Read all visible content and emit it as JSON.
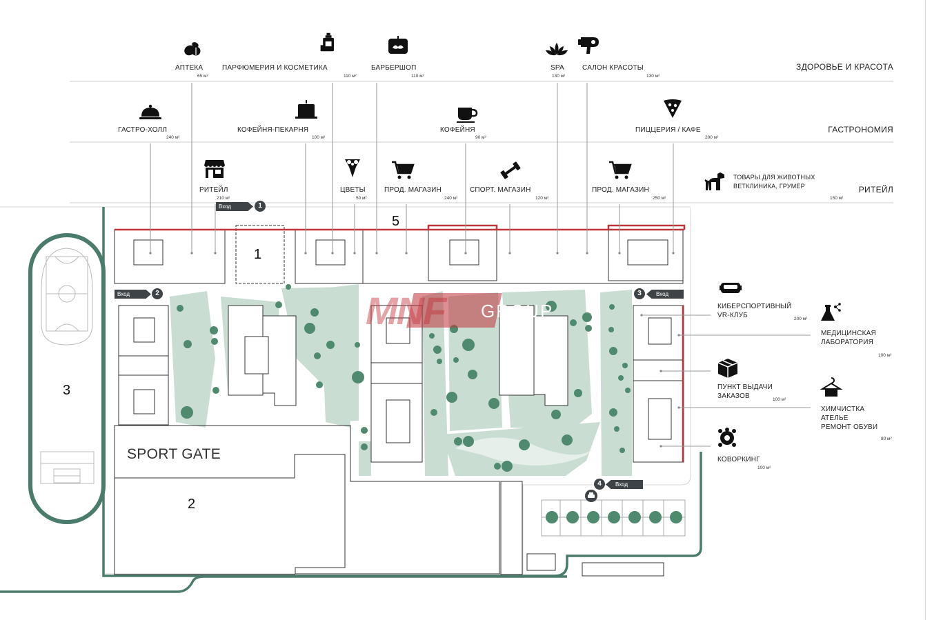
{
  "categories": {
    "health_beauty": "ЗДОРОВЬЕ И КРАСОТА",
    "gastronomy": "ГАСТРОНОМИЯ",
    "retail": "РИТЕЙЛ"
  },
  "tenants_row1": [
    {
      "name": "АПТЕКА",
      "area": "65 м²",
      "icon": "pills-icon"
    },
    {
      "name": "ПАРФЮМЕРИЯ И КОСМЕТИКА",
      "area": "110 м²",
      "icon": "cosmetics-bottle-icon"
    },
    {
      "name": "БАРБЕРШОП",
      "area": "110 м²",
      "icon": "barbershop-sign-icon"
    },
    {
      "name": "SPA",
      "area": "130 м²",
      "icon": "lotus-icon"
    },
    {
      "name": "САЛОН КРАСОТЫ",
      "area": "130 м²",
      "icon": "hair-dryer-icon"
    }
  ],
  "tenants_row2": [
    {
      "name": "ГАСТРО-ХОЛЛ",
      "area": "240 м²",
      "icon": "cloche-icon"
    },
    {
      "name": "КОФЕЙНЯ-ПЕКАРНЯ",
      "area": "100 м²",
      "icon": "cake-icon"
    },
    {
      "name": "КОФЕЙНЯ",
      "area": "90 м²",
      "icon": "coffee-cup-icon"
    },
    {
      "name": "ПИЦЦЕРИЯ / КАФЕ",
      "area": "200 м²",
      "icon": "pizza-icon"
    }
  ],
  "tenants_row3": [
    {
      "name": "РИТЕЙЛ",
      "area": "210 м²",
      "icon": "storefront-icon"
    },
    {
      "name": "ЦВЕТЫ",
      "area": "50 м²",
      "icon": "flowers-icon"
    },
    {
      "name": "ПРОД. МАГАЗИН",
      "area": "240 м²",
      "icon": "shopping-cart-icon"
    },
    {
      "name": "СПОРТ. МАГАЗИН",
      "area": "120 м²",
      "icon": "dumbbell-icon"
    },
    {
      "name": "ПРОД. МАГАЗИН",
      "area": "250 м²",
      "icon": "shopping-cart-icon"
    },
    {
      "name_line1": "ТОВАРЫ ДЛЯ ЖИВОТНЫХ",
      "name_line2": "ВЕТКЛИНИКА, ГРУМЕР",
      "area": "150 м²",
      "icon": "dog-icon"
    }
  ],
  "tenants_side_left": [
    {
      "name_line1": "КИБЕРСПОРТИВНЫЙ",
      "name_line2": "VR-КЛУБ",
      "area": "200 м²",
      "icon": "vr-headset-icon"
    },
    {
      "name_line1": "ПУНКТ ВЫДАЧИ",
      "name_line2": "ЗАКАЗОВ",
      "area": "100 м²",
      "icon": "parcel-box-icon"
    },
    {
      "name": "КОВОРКИНГ",
      "area": "100 м²",
      "icon": "coworking-icon"
    }
  ],
  "tenants_side_right": [
    {
      "name_line1": "МЕДИЦИНСКАЯ",
      "name_line2": "ЛАБОРАТОРИЯ",
      "area": "100 м²",
      "icon": "lab-flask-icon"
    },
    {
      "name_line1": "ХИМЧИСТКА",
      "name_line2": "АТЕЛЬЕ",
      "name_line3": "РЕМОНТ ОБУВИ",
      "area": "80 м²",
      "icon": "hanger-icon"
    }
  ],
  "entrances": [
    {
      "label": "Вход",
      "number": "1"
    },
    {
      "label": "Вход",
      "number": "2"
    },
    {
      "label": "Вход",
      "number": "3"
    },
    {
      "label": "Вход",
      "number": "4"
    }
  ],
  "map_numbers": {
    "building1": "1",
    "building2": "2",
    "field3": "3",
    "facade5": "5"
  },
  "sport_gate": "SPORT GATE",
  "watermark": {
    "text1": "MNF",
    "text2": "GROUP"
  },
  "colors": {
    "accent_red": "#c0343c",
    "path_green": "#4b7b6c",
    "park_green": "#c9ddd3",
    "tree_green": "#4f8a6e",
    "dark": "#3d4346"
  }
}
